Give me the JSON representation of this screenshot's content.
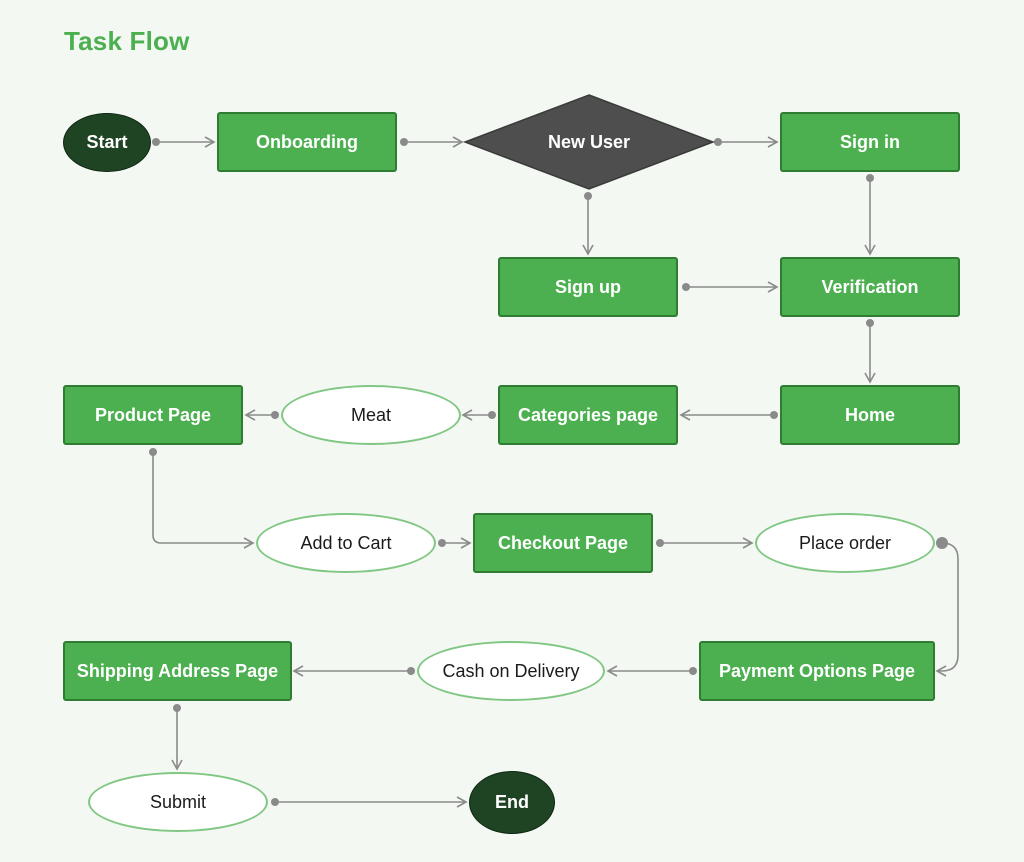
{
  "title": "Task Flow",
  "colors": {
    "background": "#f3f8f2",
    "process_fill": "#4caf50",
    "process_border": "#2e7d32",
    "oval_border": "#81c784",
    "terminal_fill": "#1f4424",
    "decision_fill": "#4e4e4e",
    "connector": "#8a8a8a",
    "title": "#4caf50"
  },
  "nodes": {
    "start": "Start",
    "onboarding": "Onboarding",
    "new_user": "New User",
    "sign_in": "Sign in",
    "sign_up": "Sign up",
    "verification": "Verification",
    "home": "Home",
    "categories": "Categories page",
    "meat": "Meat",
    "product": "Product Page",
    "add_to_cart": "Add to Cart",
    "checkout": "Checkout Page",
    "place_order": "Place order",
    "payment_options": "Payment Options Page",
    "cash_on_delivery": "Cash on Delivery",
    "shipping_address": "Shipping Address Page",
    "submit": "Submit",
    "end": "End"
  }
}
